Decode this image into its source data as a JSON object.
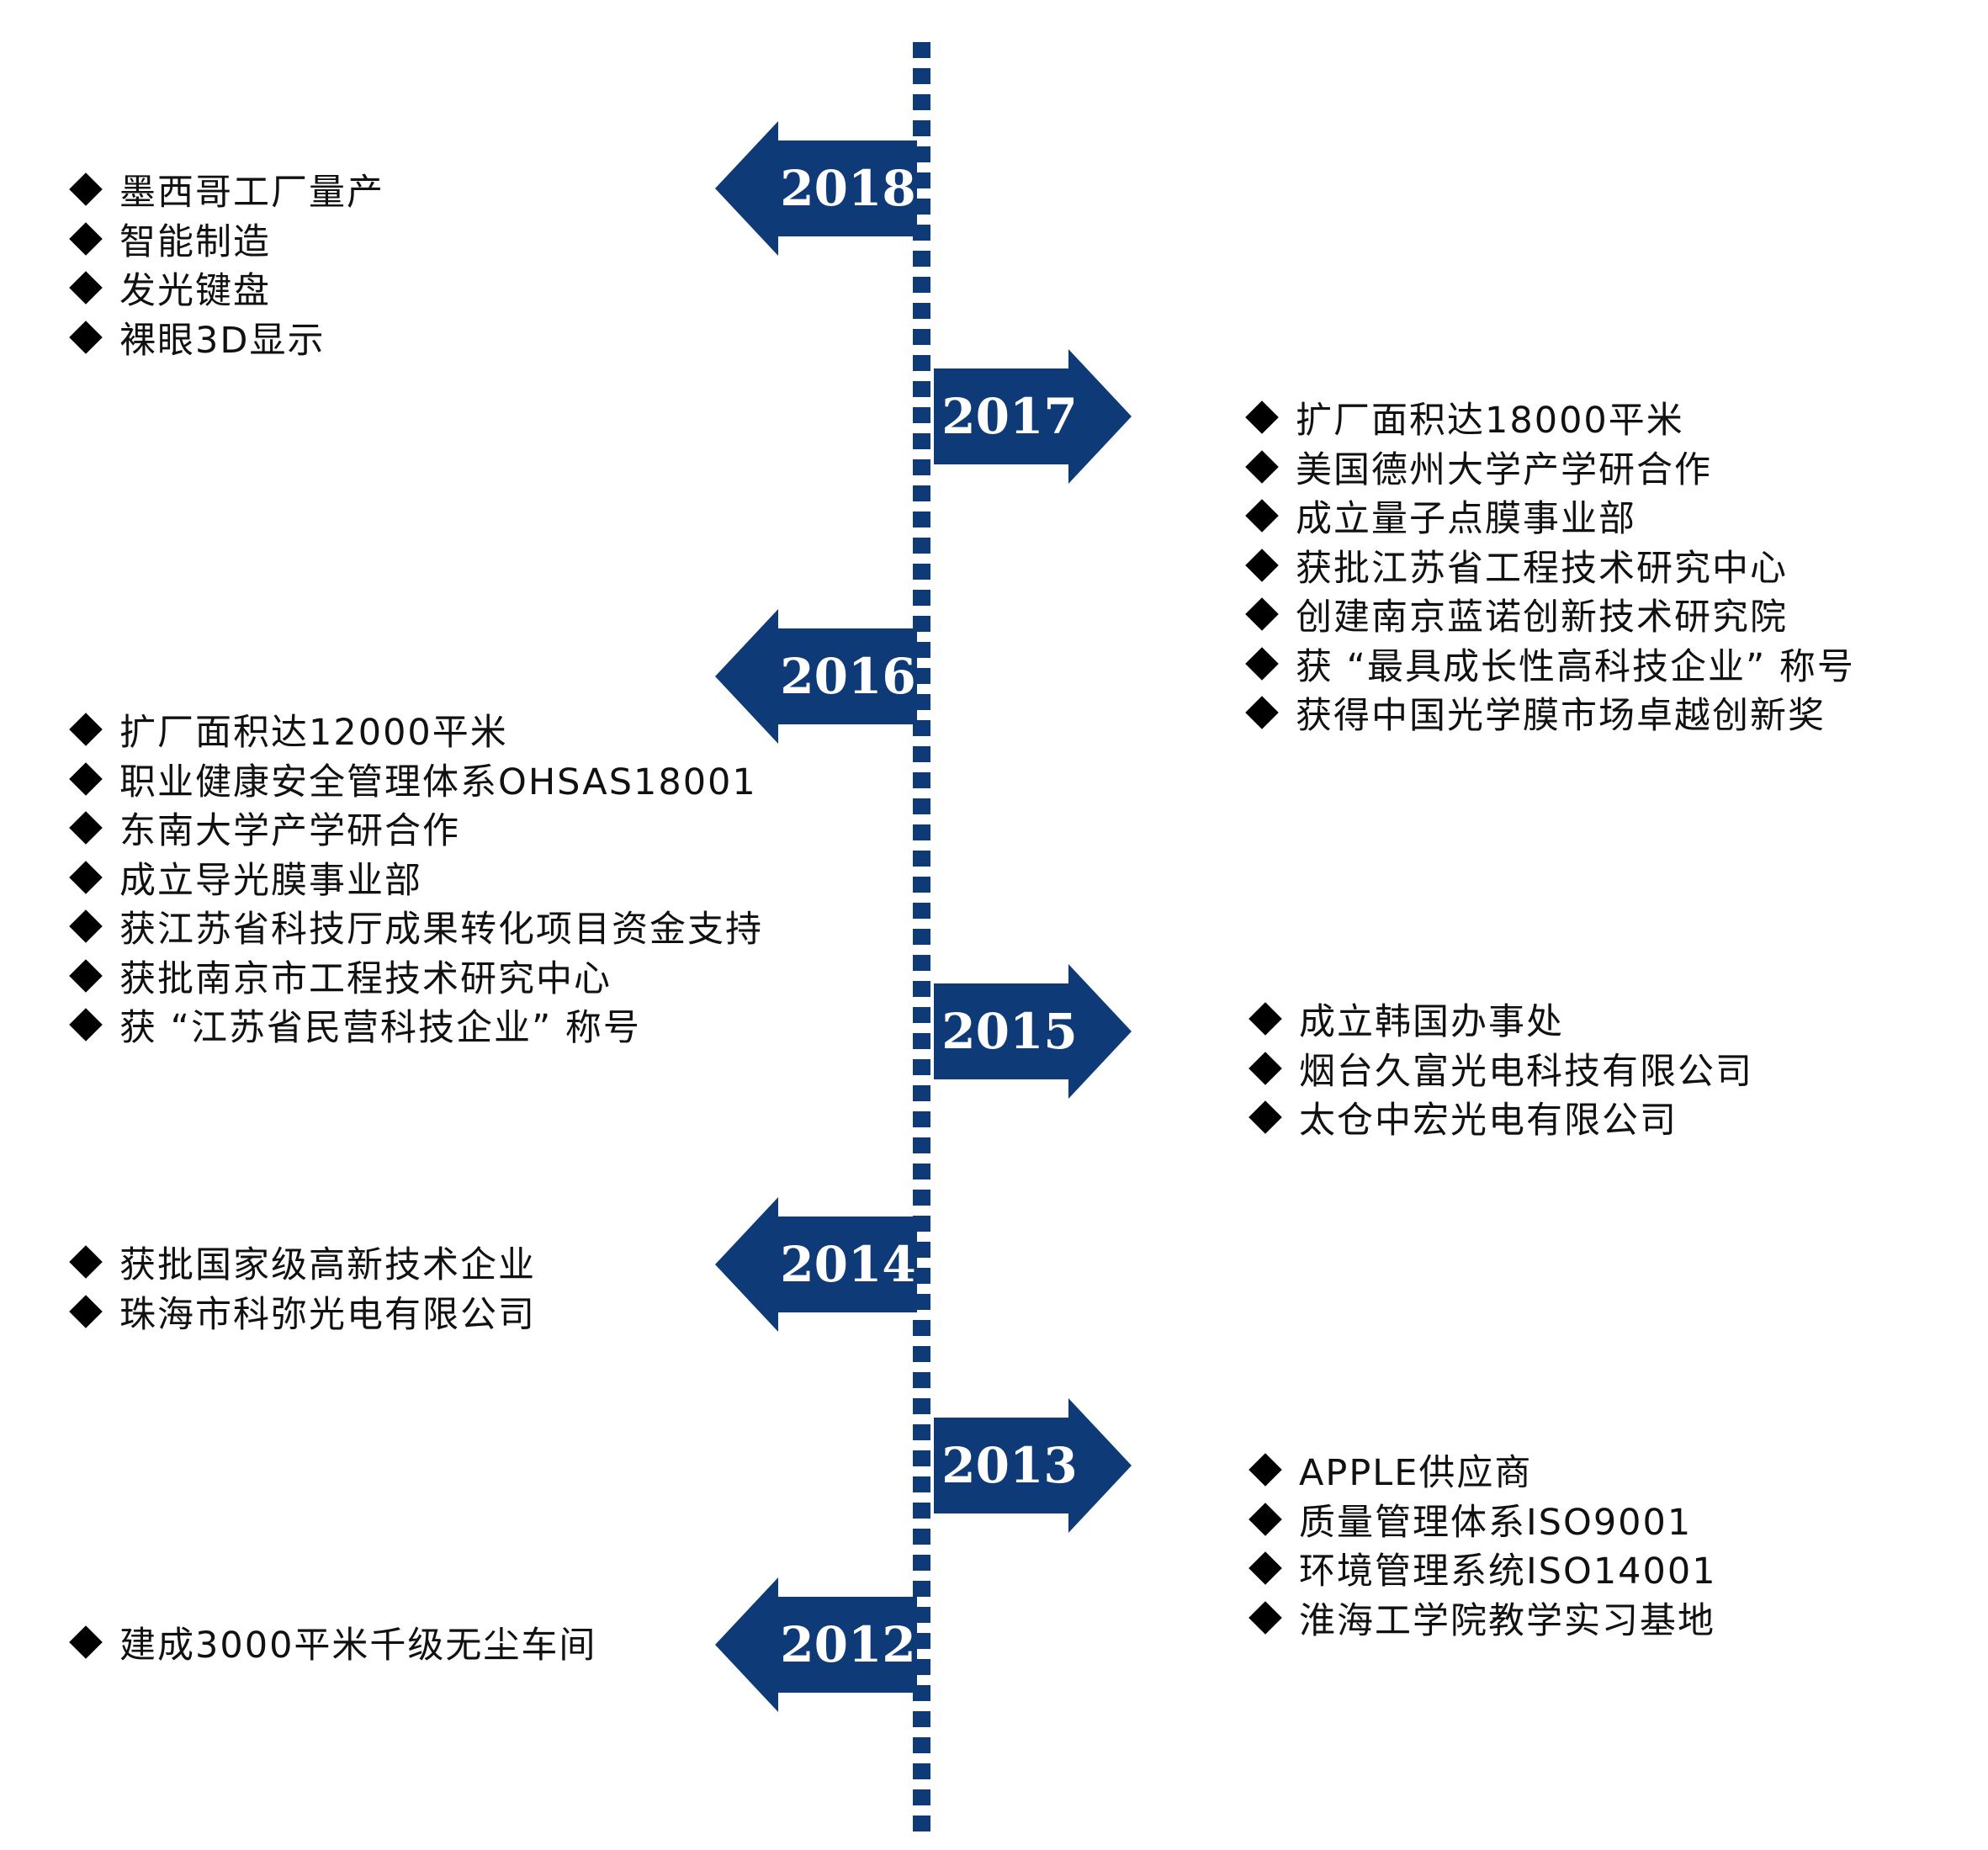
{
  "colors": {
    "arrow_fill": "#0e3a78",
    "axis_fill": "#0e3a78",
    "text": "#111111"
  },
  "icons": {
    "bullet": "diamond-bullet-icon"
  },
  "milestones": [
    {
      "year": "2018",
      "side": "left",
      "items": [
        "墨西哥工厂量产",
        "智能制造",
        "发光键盘",
        "裸眼3D显示"
      ]
    },
    {
      "year": "2017",
      "side": "right",
      "items": [
        "扩厂面积达18000平米",
        "美国德州大学产学研合作",
        "成立量子点膜事业部",
        "获批江苏省工程技术研究中心",
        "创建南京蓝诺创新技术研究院",
        "获 “最具成长性高科技企业” 称号",
        "获得中国光学膜市场卓越创新奖"
      ]
    },
    {
      "year": "2016",
      "side": "left",
      "items": [
        "扩厂面积达12000平米",
        "职业健康安全管理体系OHSAS18001",
        "东南大学产学研合作",
        "成立导光膜事业部",
        "获江苏省科技厅成果转化项目资金支持",
        "获批南京市工程技术研究中心",
        "获 “江苏省民营科技企业” 称号"
      ]
    },
    {
      "year": "2015",
      "side": "right",
      "items": [
        "成立韩国办事处",
        "烟台久富光电科技有限公司",
        "太仓中宏光电有限公司"
      ]
    },
    {
      "year": "2014",
      "side": "left",
      "items": [
        "获批国家级高新技术企业",
        "珠海市科弥光电有限公司"
      ]
    },
    {
      "year": "2013",
      "side": "right",
      "items": [
        "APPLE供应商",
        "质量管理体系ISO9001",
        "环境管理系统ISO14001",
        "淮海工学院教学实习基地"
      ]
    },
    {
      "year": "2012",
      "side": "left",
      "items": [
        "建成3000平米千级无尘车间"
      ]
    }
  ]
}
